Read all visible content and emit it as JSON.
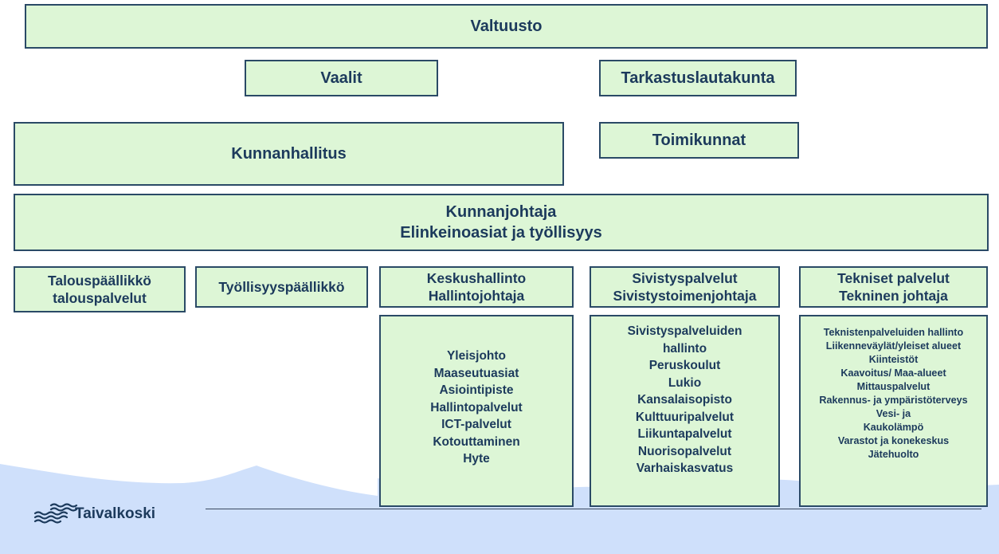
{
  "colors": {
    "box_fill": "#ddf6d6",
    "box_border": "#2a4a66",
    "text": "#1c3a5c",
    "wave": "#cfe0fb"
  },
  "council": {
    "label": "Valtuusto"
  },
  "elections": {
    "label": "Vaalit"
  },
  "audit_committee": {
    "label": "Tarkastuslautakunta"
  },
  "municipal_board": {
    "label": "Kunnanhallitus"
  },
  "committees": {
    "label": "Toimikunnat"
  },
  "mayor": {
    "title": "Kunnanjohtaja",
    "subtitle": "Elinkeinoasiat ja työllisyys"
  },
  "departments": {
    "finance": {
      "title": "Talouspäällikkö",
      "subtitle": "talouspalvelut"
    },
    "employment": {
      "title": "Työllisyyspäällikkö"
    },
    "central_admin": {
      "title": "Keskushallinto",
      "subtitle": "Hallintojohtaja",
      "services": [
        "Yleisjohto",
        "Maaseutuasiat",
        "Asiointipiste",
        "Hallintopalvelut",
        "ICT-palvelut",
        "Kotouttaminen",
        "Hyte"
      ]
    },
    "education": {
      "title": "Sivistyspalvelut",
      "subtitle": "Sivistystoimenjohtaja",
      "services": [
        "Sivistyspalveluiden",
        "hallinto",
        "Peruskoulut",
        "Lukio",
        "Kansalaisopisto",
        "Kulttuuripalvelut",
        "Liikuntapalvelut",
        "Nuorisopalvelut",
        "Varhaiskasvatus"
      ]
    },
    "technical": {
      "title": "Tekniset palvelut",
      "subtitle": "Tekninen johtaja",
      "services": [
        "Teknistenpalveluiden hallinto",
        "Liikenneväylät/yleiset alueet",
        "Kiinteistöt",
        "Kaavoitus/ Maa-alueet",
        "Mittauspalvelut",
        "Rakennus- ja ympäristöterveys",
        "Vesi- ja",
        "Kaukolämpö",
        "Varastot ja konekeskus",
        "Jätehuolto"
      ]
    }
  },
  "logo": {
    "text": "Taivalkoski",
    "icon": "waves-icon"
  }
}
